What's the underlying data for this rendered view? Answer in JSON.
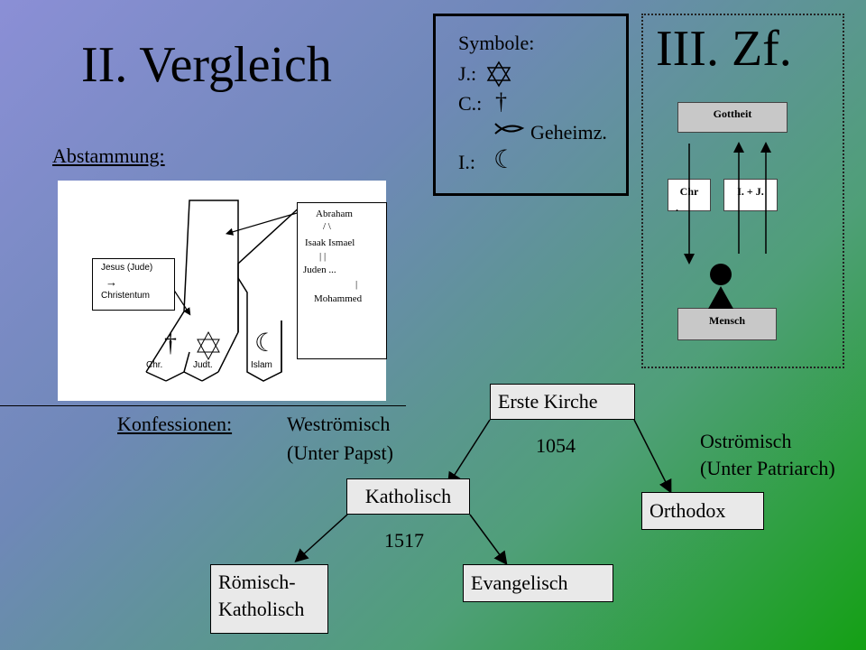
{
  "title": "II. Vergleich",
  "title_right": "III. Zf.",
  "abstammung_label": "Abstammung:",
  "symbols": {
    "heading": "Symbole:",
    "j_label": "J.:",
    "c_label": "C.:",
    "c_symbol": "†",
    "fish_label": "Geheimz.",
    "i_label": "I.:",
    "i_symbol": "☾"
  },
  "zf": {
    "top": "Gottheit",
    "left": "Chr",
    "left_dot": ".",
    "right": "I. + J.",
    "bottom": "Mensch"
  },
  "tree_image": {
    "abraham_lines": [
      "Abraham",
      "/    \\",
      "Isaak  Ismael",
      "|          |",
      "Juden     ...",
      "|",
      "Mohammed"
    ],
    "jesus_lines": [
      "Jesus (Jude)",
      "→",
      "Christentum"
    ],
    "cross": "†",
    "crescent": "☾",
    "labels": [
      "Chr.",
      "Judt.",
      "Islam"
    ]
  },
  "konfessionen_label": "Konfessionen:",
  "west": [
    "Weströmisch",
    "(Unter Papst)"
  ],
  "ost": [
    "Oströmisch",
    "(Unter Patriarch)"
  ],
  "nodes": {
    "erste_kirche": "Erste Kirche",
    "katholisch": "Katholisch",
    "orthodox": "Orthodox",
    "roemisch": [
      "Römisch-",
      "Katholisch"
    ],
    "evangelisch": "Evangelisch"
  },
  "years": {
    "schism": "1054",
    "reformation": "1517"
  }
}
